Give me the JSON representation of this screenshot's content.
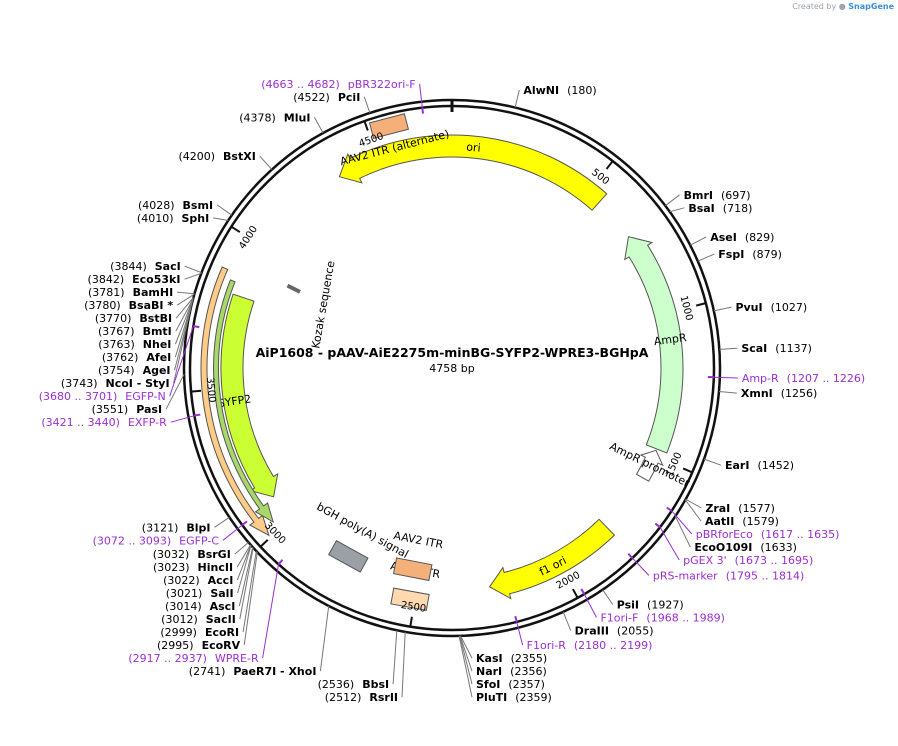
{
  "credit": {
    "prefix": "Created by",
    "brand": "SnapGene"
  },
  "plasmid": {
    "name": "AiP1608 - pAAV-AiE2275m-minBG-SYFP2-WPRE3-BGHpA",
    "length_label": "4758 bp",
    "length": 4758
  },
  "ticks": [
    {
      "label": "500",
      "pos": 500
    },
    {
      "label": "1000",
      "pos": 1000
    },
    {
      "label": "1500",
      "pos": 1500
    },
    {
      "label": "2000",
      "pos": 2000
    },
    {
      "label": "2500",
      "pos": 2500
    },
    {
      "label": "3000",
      "pos": 3000
    },
    {
      "label": "3500",
      "pos": 3500
    },
    {
      "label": "4000",
      "pos": 4000
    },
    {
      "label": "4500",
      "pos": 4500
    }
  ],
  "enzymes": [
    {
      "name": "AlwNI",
      "pos_label": "(180)",
      "pos": 180
    },
    {
      "name": "BmrI",
      "pos_label": "(697)",
      "pos": 697
    },
    {
      "name": "BsaI",
      "pos_label": "(718)",
      "pos": 718
    },
    {
      "name": "AseI",
      "pos_label": "(829)",
      "pos": 829
    },
    {
      "name": "FspI",
      "pos_label": "(879)",
      "pos": 879
    },
    {
      "name": "PvuI",
      "pos_label": "(1027)",
      "pos": 1027
    },
    {
      "name": "ScaI",
      "pos_label": "(1137)",
      "pos": 1137
    },
    {
      "name": "XmnI",
      "pos_label": "(1256)",
      "pos": 1256
    },
    {
      "name": "EarI",
      "pos_label": "(1452)",
      "pos": 1452
    },
    {
      "name": "ZraI",
      "pos_label": "(1577)",
      "pos": 1577
    },
    {
      "name": "AatII",
      "pos_label": "(1579)",
      "pos": 1579
    },
    {
      "name": "EcoO109I",
      "pos_label": "(1633)",
      "pos": 1633
    },
    {
      "name": "PsiI",
      "pos_label": "(1927)",
      "pos": 1927
    },
    {
      "name": "DraIII",
      "pos_label": "(2055)",
      "pos": 2055
    },
    {
      "name": "KasI",
      "pos_label": "(2355)",
      "pos": 2355
    },
    {
      "name": "NarI",
      "pos_label": "(2356)",
      "pos": 2356
    },
    {
      "name": "SfoI",
      "pos_label": "(2357)",
      "pos": 2357
    },
    {
      "name": "PluTI",
      "pos_label": "(2359)",
      "pos": 2359
    },
    {
      "name": "RsrII",
      "pos_label": "(2512)",
      "pos": 2512
    },
    {
      "name": "BbsI",
      "pos_label": "(2536)",
      "pos": 2536
    },
    {
      "name": "PaeR7I  - XhoI",
      "pos_label": "(2741)",
      "pos": 2741
    },
    {
      "name": "EcoRV",
      "pos_label": "(2995)",
      "pos": 2995
    },
    {
      "name": "EcoRI",
      "pos_label": "(2999)",
      "pos": 2999
    },
    {
      "name": "SacII",
      "pos_label": "(3012)",
      "pos": 3012
    },
    {
      "name": "AscI",
      "pos_label": "(3014)",
      "pos": 3014
    },
    {
      "name": "SalI",
      "pos_label": "(3021)",
      "pos": 3021
    },
    {
      "name": "AccI",
      "pos_label": "(3022)",
      "pos": 3022
    },
    {
      "name": "HincII",
      "pos_label": "(3023)",
      "pos": 3023
    },
    {
      "name": "BsrGI",
      "pos_label": "(3032)",
      "pos": 3032
    },
    {
      "name": "BlpI",
      "pos_label": "(3121)",
      "pos": 3121
    },
    {
      "name": "PasI",
      "pos_label": "(3551)",
      "pos": 3551
    },
    {
      "name": "NcoI  - StyI",
      "pos_label": "(3743)",
      "pos": 3743
    },
    {
      "name": "AgeI",
      "pos_label": "(3754)",
      "pos": 3754
    },
    {
      "name": "AfeI",
      "pos_label": "(3762)",
      "pos": 3762
    },
    {
      "name": "NheI",
      "pos_label": "(3763)",
      "pos": 3763
    },
    {
      "name": "BmtI",
      "pos_label": "(3767)",
      "pos": 3767
    },
    {
      "name": "BstBI",
      "pos_label": "(3770)",
      "pos": 3770
    },
    {
      "name": "BsaBI *",
      "pos_label": "(3780)",
      "pos": 3780
    },
    {
      "name": "BamHI",
      "pos_label": "(3781)",
      "pos": 3781
    },
    {
      "name": "Eco53kI",
      "pos_label": "(3842)",
      "pos": 3842
    },
    {
      "name": "SacI",
      "pos_label": "(3844)",
      "pos": 3844
    },
    {
      "name": "SphI",
      "pos_label": "(4010)",
      "pos": 4010
    },
    {
      "name": "BsmI",
      "pos_label": "(4028)",
      "pos": 4028
    },
    {
      "name": "BstXI",
      "pos_label": "(4200)",
      "pos": 4200
    },
    {
      "name": "MluI",
      "pos_label": "(4378)",
      "pos": 4378
    },
    {
      "name": "PciI",
      "pos_label": "(4522)",
      "pos": 4522
    }
  ],
  "primers": [
    {
      "name": "pBR322ori-F",
      "range": "(4663 .. 4682)",
      "pos": 4672
    },
    {
      "name": "Amp-R",
      "range": "(1207 .. 1226)",
      "pos": 1216
    },
    {
      "name": "pBRforEco",
      "range": "(1617 .. 1635)",
      "pos": 1626
    },
    {
      "name": "pGEX 3'",
      "range": "(1673 .. 1695)",
      "pos": 1684
    },
    {
      "name": "pRS-marker",
      "range": "(1795 .. 1814)",
      "pos": 1804
    },
    {
      "name": "F1ori-F",
      "range": "(1968 .. 1989)",
      "pos": 1978
    },
    {
      "name": "F1ori-R",
      "range": "(2180 .. 2199)",
      "pos": 2190
    },
    {
      "name": "WPRE-R",
      "range": "(2917 .. 2937)",
      "pos": 2927
    },
    {
      "name": "EGFP-C",
      "range": "(3072 .. 3093)",
      "pos": 3082
    },
    {
      "name": "EXFP-R",
      "range": "(3421 .. 3440)",
      "pos": 3430
    },
    {
      "name": "EGFP-N",
      "range": "(3680 .. 3701)",
      "pos": 3690
    }
  ],
  "features": [
    {
      "name": "ori",
      "label": "ori",
      "start": 4355,
      "end": 550,
      "r": 222,
      "width": 22,
      "color": "#ffff00",
      "dir": "ccw"
    },
    {
      "name": "ampr",
      "label": "AmpR",
      "start": 705,
      "end": 1475,
      "r": 220,
      "width": 22,
      "color": "#ccffcc",
      "dir": "ccw"
    },
    {
      "name": "ampr-promoter",
      "label": "AmpR promoter",
      "start": 1480,
      "end": 1585,
      "r": 220,
      "width": 14,
      "color": "#ffffff",
      "dir": "ccw"
    },
    {
      "name": "f1-ori",
      "label": "f1 ori",
      "start": 1795,
      "end": 2250,
      "r": 222,
      "width": 22,
      "color": "#ffff00",
      "dir": "cw"
    },
    {
      "name": "syfp2",
      "label": "SYFP2",
      "start": 3095,
      "end": 3815,
      "r": 220,
      "width": 22,
      "color": "#ccff33",
      "dir": "ccw"
    },
    {
      "name": "wpre-orf",
      "label": "",
      "start": 3008,
      "end": 3882,
      "r": 248,
      "width": 6,
      "color": "#ffcc88",
      "dir": "ccw"
    },
    {
      "name": "syfp2-orf",
      "label": "",
      "start": 3030,
      "end": 3855,
      "r": 236,
      "width": 5,
      "color": "#a8d86a",
      "dir": "ccw"
    }
  ],
  "boxes": [
    {
      "name": "aav2-itr-alternate",
      "label": "AAV2 ITR (alternate)",
      "pos": 4565,
      "r": 250,
      "color": "#f5b07a"
    },
    {
      "name": "aav2-itr-1",
      "label": "AAV2 ITR",
      "pos": 2515,
      "r": 235,
      "color": "#ffd9b0"
    },
    {
      "name": "aav2-itr-2",
      "label": "AAV2 ITR",
      "pos": 2525,
      "r": 205,
      "color": "#f5b07a"
    },
    {
      "name": "bgh-polya",
      "label": "bGH poly(A) signal",
      "pos": 2760,
      "r": 215,
      "color": "#9aa0a6"
    }
  ],
  "kozak": {
    "label": "Kozak sequence",
    "pos": 3920
  }
}
